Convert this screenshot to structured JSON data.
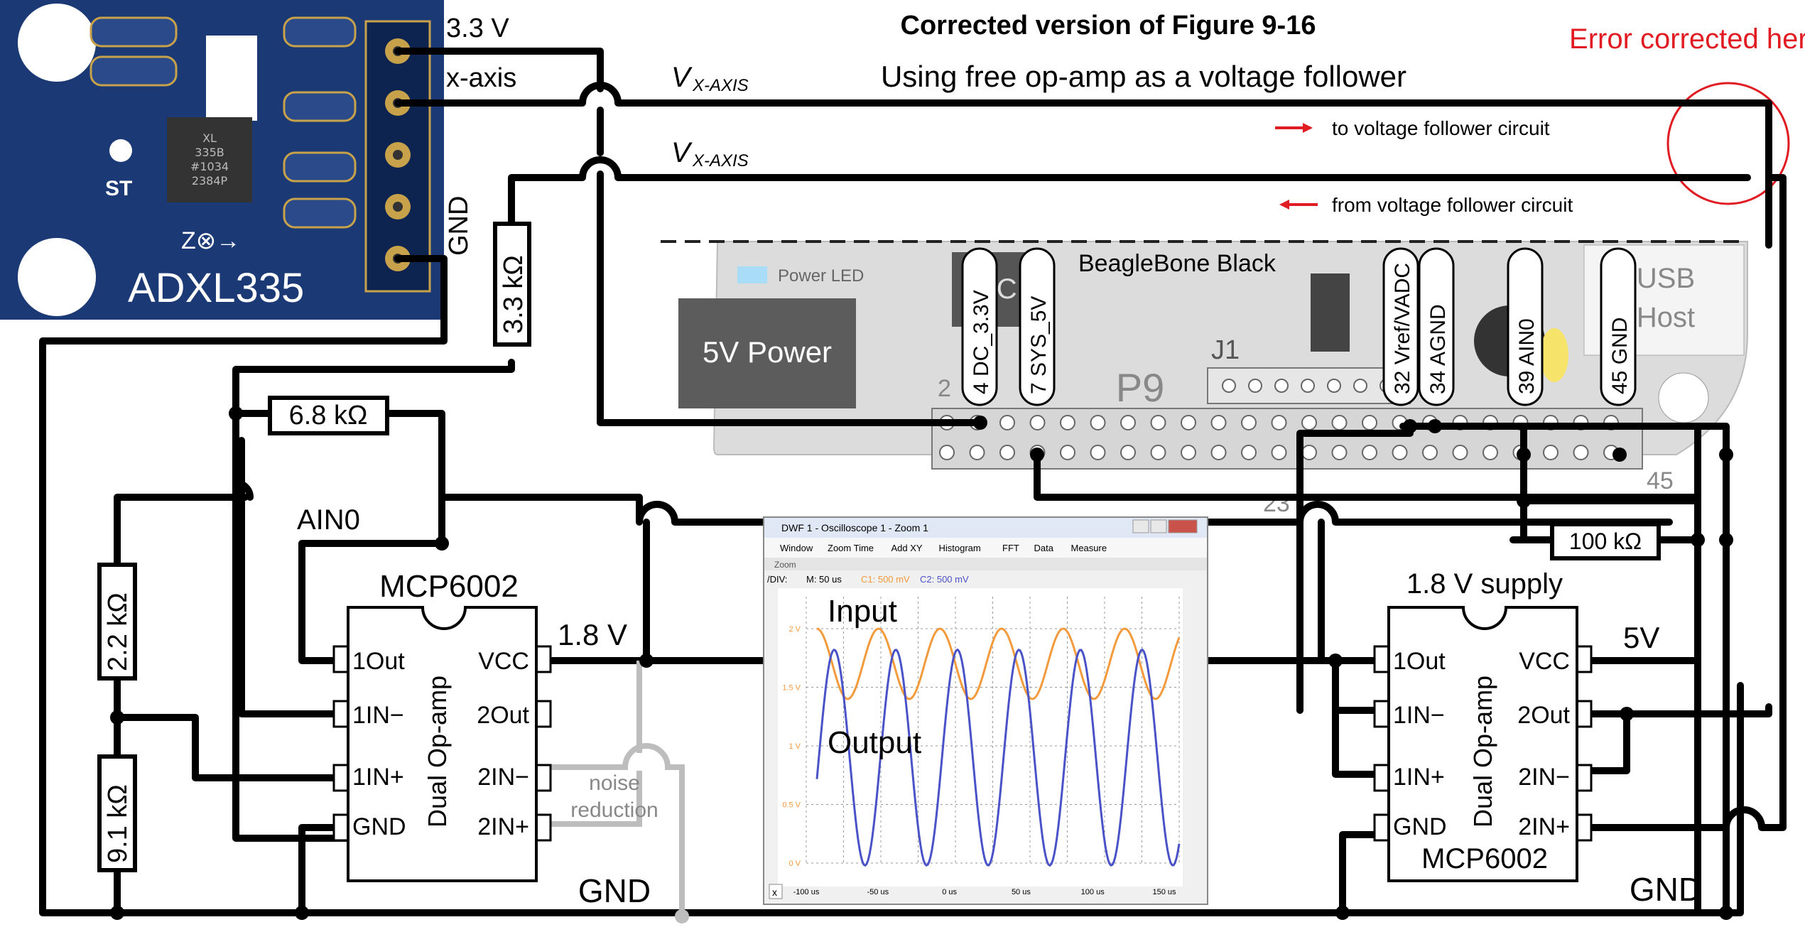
{
  "header": {
    "title": "Corrected version of Figure 9-16",
    "subtitle": "Using free op-amp as a voltage follower",
    "error_note": "Error corrected here"
  },
  "signals": {
    "vx_top": "V",
    "vx_top_sub": "X-AXIS",
    "vx_bottom": "V",
    "vx_bottom_sub": "X-AXIS",
    "to_follower": "to voltage follower circuit",
    "from_follower": "from voltage follower circuit"
  },
  "accelerometer": {
    "name": "ADXL335",
    "pin_33v": "3.3 V",
    "pin_xaxis": "x-axis",
    "pin_gnd": "GND",
    "st_label": "ST",
    "chip_text": [
      "XL",
      "335B",
      "#1034",
      "2384P"
    ]
  },
  "beaglebone": {
    "name": "BeagleBone Black",
    "power_led": "Power LED",
    "power_block": "5V Power",
    "usb": [
      "USB",
      "Host"
    ],
    "header": "P9",
    "j1": "J1",
    "pins": [
      "4 DC_3.3V",
      "7 SYS_5V",
      "32 Vref/VADC",
      "34 AGND",
      "39 AIN0",
      "45 GND"
    ],
    "pin_numbers": [
      "2",
      "23",
      "45"
    ],
    "ic_partial": "MIC"
  },
  "resistors": {
    "r1": "3.3 kΩ",
    "r2": "6.8 kΩ",
    "r3": "2.2 kΩ",
    "r4": "9.1 kΩ",
    "r5": "100 kΩ"
  },
  "left_opamp": {
    "part": "MCP6002",
    "body": "Dual Op-amp",
    "pins_left": [
      "1Out",
      "1IN−",
      "1IN+",
      "GND"
    ],
    "pins_right": [
      "VCC",
      "2Out",
      "2IN−",
      "2IN+"
    ],
    "supply": "1.8 V",
    "ain": "AIN0",
    "noise": [
      "noise",
      "reduction"
    ],
    "gnd": "GND"
  },
  "right_opamp": {
    "part": "MCP6002",
    "body": "Dual Op-amp",
    "pins_left": [
      "1Out",
      "1IN−",
      "1IN+",
      "GND"
    ],
    "pins_right": [
      "VCC",
      "2Out",
      "2IN−",
      "2IN+"
    ],
    "supply_label": "1.8 V supply",
    "vcc_label": "5V",
    "gnd": "GND"
  },
  "scope": {
    "title": "DWF 1 - Oscilloscope 1 - Zoom 1",
    "menu": [
      "Window",
      "Zoom Time",
      "Add XY",
      "Histogram",
      "FFT",
      "Data",
      "Measure"
    ],
    "zoom": "Zoom",
    "div_line": [
      "/DIV:",
      "M: 50 us",
      "C1: 500 mV",
      "C2: 500 mV"
    ],
    "input_label": "Input",
    "output_label": "Output",
    "y_ticks": [
      "2 V",
      "1.5 V",
      "1 V",
      "0.5 V",
      "0 V"
    ],
    "x_ticks": [
      "-100 us",
      "-50 us",
      "0 us",
      "50 us",
      "100 us",
      "150 us"
    ],
    "colors": {
      "c1": "#f39a3d",
      "c2": "#4a52c7"
    }
  },
  "colors": {
    "wire": "#000000",
    "error": "#e11b22",
    "gray_wire": "#bdbdbd",
    "pcb_blue": "#1b3a75"
  }
}
